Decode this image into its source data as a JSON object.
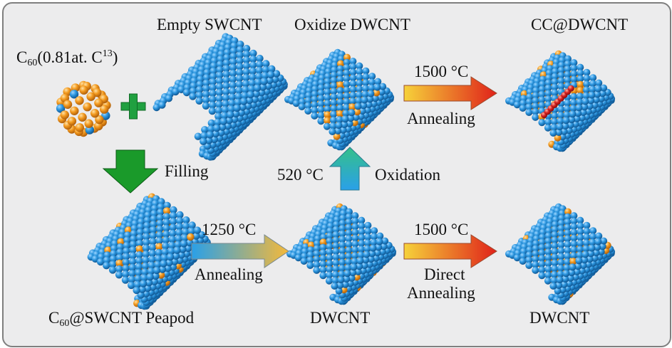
{
  "title_empty_swcnt": "Empty SWCNT",
  "title_oxidize": "Oxidize DWCNT",
  "title_cc": "CC@DWCNT",
  "c60_label": {
    "base": "C",
    "sub": "60",
    "mid": "(0.81at. C",
    "sup": "13",
    "end": ")"
  },
  "filling": "Filling",
  "peapod_label": {
    "base": "C",
    "sub": "60",
    "rest": "@SWCNT Peapod"
  },
  "dwcnt_middle": "DWCNT",
  "dwcnt_right": "DWCNT",
  "arrow_1250": {
    "temp": "1250 °C",
    "process": "Annealing"
  },
  "arrow_1500_top": {
    "temp": "1500 °C",
    "process": "Annealing"
  },
  "arrow_1500_bottom": {
    "temp": "1500 °C",
    "process_line1": "Direct",
    "process_line2": "Annealing"
  },
  "oxidation": {
    "temp": "520 °C",
    "process": "Oxidation"
  },
  "colors": {
    "tube_blue": "#1f8fd8",
    "fullerene_orange": "#f39a1f",
    "chain_red": "#d62020",
    "plus_green": "#20a040",
    "arrow_green": "#1a9a2a"
  }
}
